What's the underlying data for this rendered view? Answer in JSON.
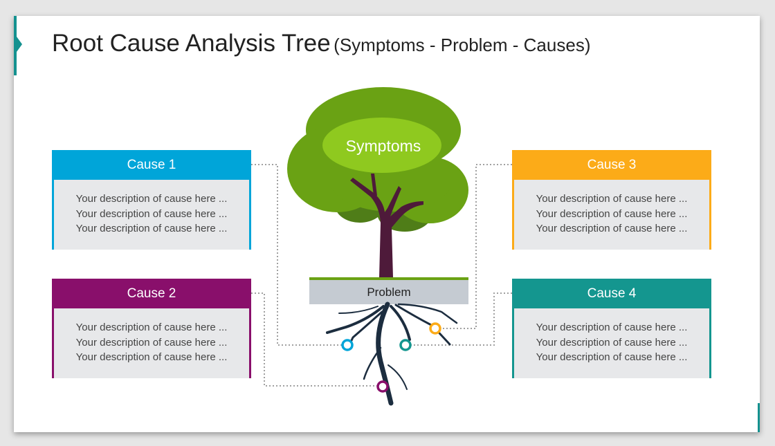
{
  "title": {
    "main": "Root Cause Analysis Tree",
    "sub": "(Symptoms - Problem - Causes)"
  },
  "tree": {
    "symptoms_label": "Symptoms",
    "problem_label": "Problem"
  },
  "causes": [
    {
      "label": "Cause 1",
      "color": "#00a5d9",
      "lines": [
        "Your description of cause here ...",
        "Your description of cause here ...",
        "Your description of cause here ..."
      ]
    },
    {
      "label": "Cause 2",
      "color": "#890f6b",
      "lines": [
        "Your description of cause here ...",
        "Your description of cause here ...",
        "Your description of cause here ..."
      ]
    },
    {
      "label": "Cause 3",
      "color": "#fcab18",
      "lines": [
        "Your description of cause here ...",
        "Your description of cause here ...",
        "Your description of cause here ..."
      ]
    },
    {
      "label": "Cause 4",
      "color": "#14968f",
      "lines": [
        "Your description of cause here ...",
        "Your description of cause here ...",
        "Your description of cause here ..."
      ]
    }
  ],
  "colors": {
    "accent": "#14918f",
    "foliage_light": "#6aa214",
    "foliage_dark": "#4f7d18",
    "symptoms_oval": "#8fc91f",
    "trunk": "#4e1a3a",
    "roots": "#1c2d3f",
    "problem_bar": "#c5cbd2",
    "ground_line": "#6aa214",
    "connector": "#a0a0a0"
  }
}
